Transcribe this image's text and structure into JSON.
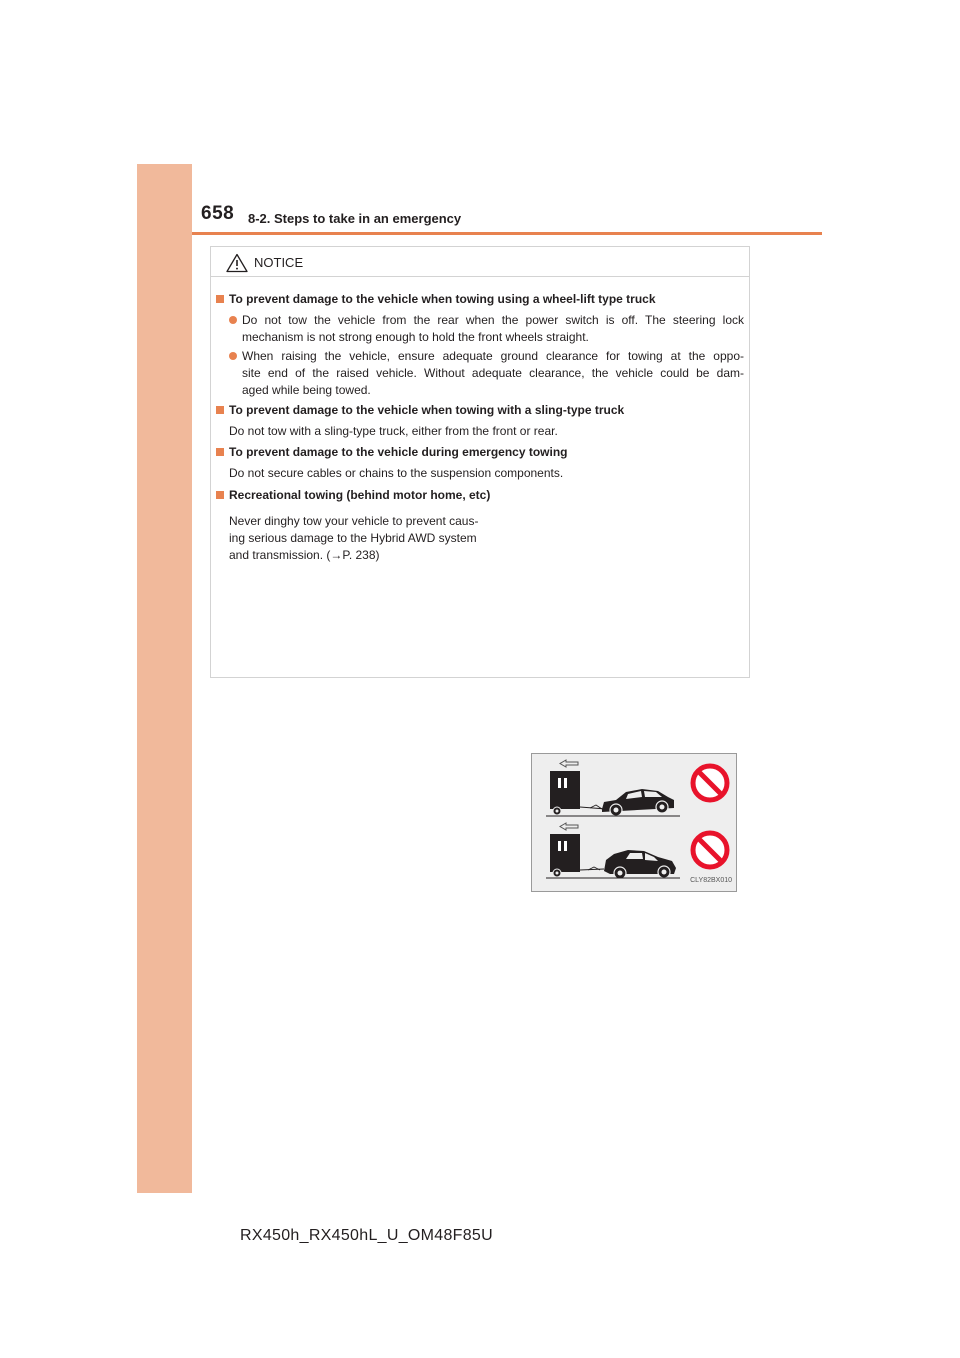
{
  "header": {
    "page_number": "658",
    "section": "8-2. Steps to take in an emergency"
  },
  "notice": {
    "title": "NOTICE",
    "items": [
      {
        "heading": "To prevent damage to the vehicle when towing using a wheel-lift type truck",
        "bullets": [
          {
            "lines": [
              "Do not tow the vehicle from the rear when the power switch is off. The steering lock",
              "mechanism is not strong enough to hold the front wheels straight."
            ]
          },
          {
            "lines": [
              "When raising the vehicle, ensure adequate ground clearance for towing at the oppo-",
              "site end of the raised vehicle. Without adequate clearance, the vehicle could be dam-",
              "aged while being towed."
            ]
          }
        ]
      },
      {
        "heading": "To prevent damage to the vehicle when towing with a sling-type truck",
        "text": "Do not tow with a sling-type truck, either from the front or rear."
      },
      {
        "heading": "To prevent damage to the vehicle during emergency towing",
        "text": "Do not secure cables or chains to the suspension components."
      },
      {
        "heading": "Recreational towing (behind motor home, etc)",
        "lines": [
          "Never dinghy tow your vehicle to prevent caus-",
          "ing serious damage to the Hybrid AWD system",
          "and transmission. (→P. 238)"
        ]
      }
    ],
    "figure_code": "CLY82BX010"
  },
  "footer": {
    "doc_code": "RX450h_RX450hL_U_OM48F85U"
  },
  "colors": {
    "accent": "#e8824f",
    "side_bar": "#f1b99b",
    "prohibit": "#e8132b"
  }
}
